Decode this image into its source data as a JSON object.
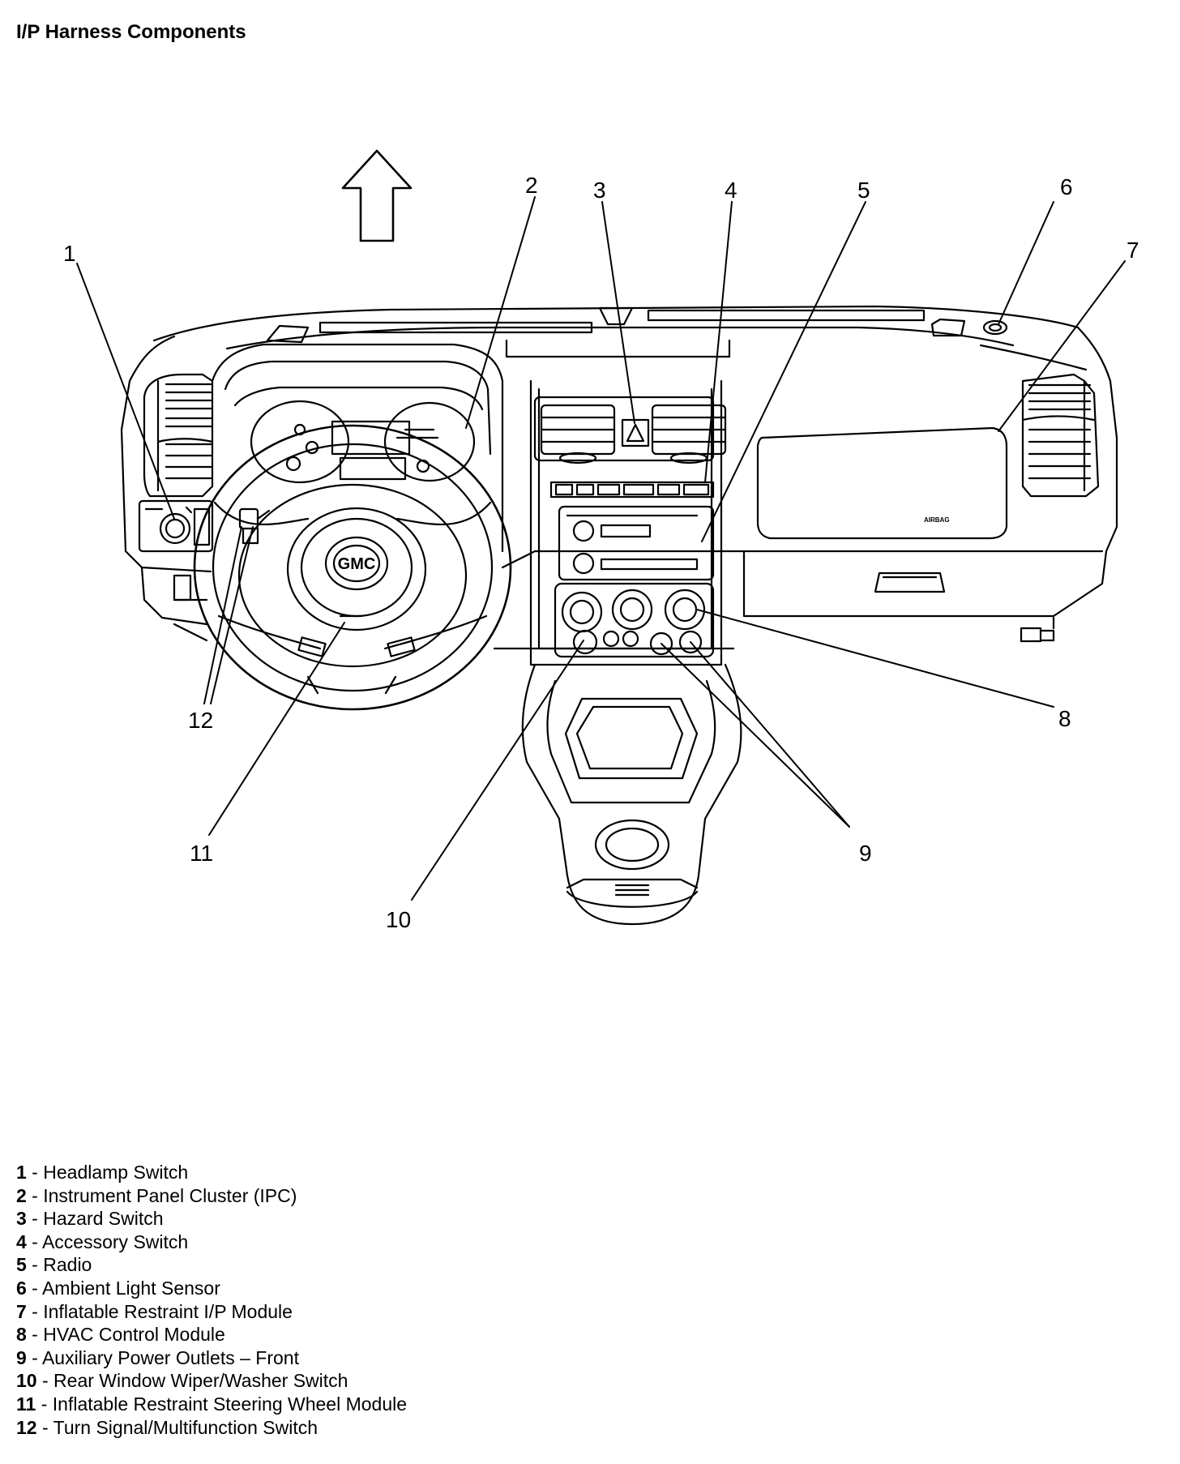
{
  "title": "I/P Harness Components",
  "badge_text": "GMC",
  "airbag_text": "AIRBAG",
  "callouts": [
    {
      "id": "1",
      "label": "1"
    },
    {
      "id": "2",
      "label": "2"
    },
    {
      "id": "3",
      "label": "3"
    },
    {
      "id": "4",
      "label": "4"
    },
    {
      "id": "5",
      "label": "5"
    },
    {
      "id": "6",
      "label": "6"
    },
    {
      "id": "7",
      "label": "7"
    },
    {
      "id": "8",
      "label": "8"
    },
    {
      "id": "9",
      "label": "9"
    },
    {
      "id": "10",
      "label": "10"
    },
    {
      "id": "11",
      "label": "11"
    },
    {
      "id": "12",
      "label": "12"
    }
  ],
  "legend": [
    {
      "num": "1",
      "sep": " - ",
      "text": "Headlamp Switch"
    },
    {
      "num": "2",
      "sep": " - ",
      "text": "Instrument Panel Cluster (IPC)"
    },
    {
      "num": "3",
      "sep": " - ",
      "text": "Hazard Switch"
    },
    {
      "num": "4",
      "sep": " - ",
      "text": "Accessory Switch"
    },
    {
      "num": "5",
      "sep": " - ",
      "text": "Radio"
    },
    {
      "num": "6",
      "sep": " - ",
      "text": "Ambient Light Sensor"
    },
    {
      "num": "7",
      "sep": " - ",
      "text": "Inflatable Restraint I/P Module"
    },
    {
      "num": "8",
      "sep": " - ",
      "text": "HVAC Control Module"
    },
    {
      "num": "9",
      "sep": " - ",
      "text": "Auxiliary Power Outlets – Front"
    },
    {
      "num": "10",
      "sep": " - ",
      "text": "Rear Window Wiper/Washer Switch"
    },
    {
      "num": "11",
      "sep": " - ",
      "text": "Inflatable Restraint Steering Wheel Module"
    },
    {
      "num": "12",
      "sep": " - ",
      "text": "Turn Signal/Multifunction Switch"
    }
  ]
}
